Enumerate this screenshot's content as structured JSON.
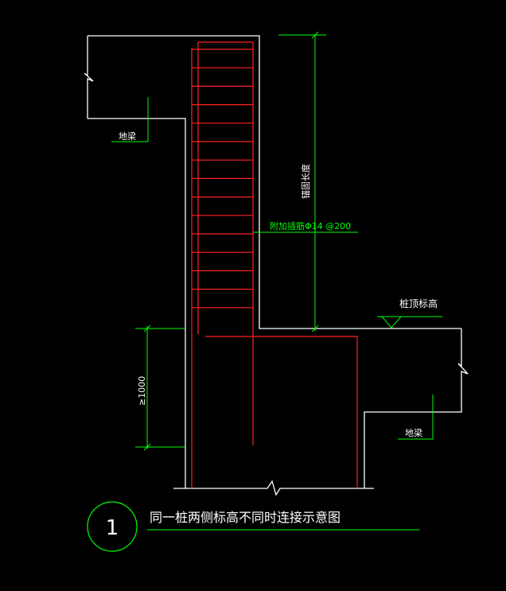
{
  "title": "同一桩两侧标高不同时连接示意图",
  "detail_number": "1",
  "labels": {
    "ground_beam_left": "地梁",
    "ground_beam_right": "地梁",
    "anchorage_length": "锚固长度",
    "added_rebar": "附加插筋Φ14 @200",
    "pile_top_elevation": "桩顶标高",
    "min_depth": "≥1000"
  },
  "colors": {
    "background": "#000000",
    "outline": "#ffffff",
    "rebar": "#ff2020",
    "dimension": "#00ff00",
    "text": "#ffffff",
    "label_green": "#00ff00"
  }
}
